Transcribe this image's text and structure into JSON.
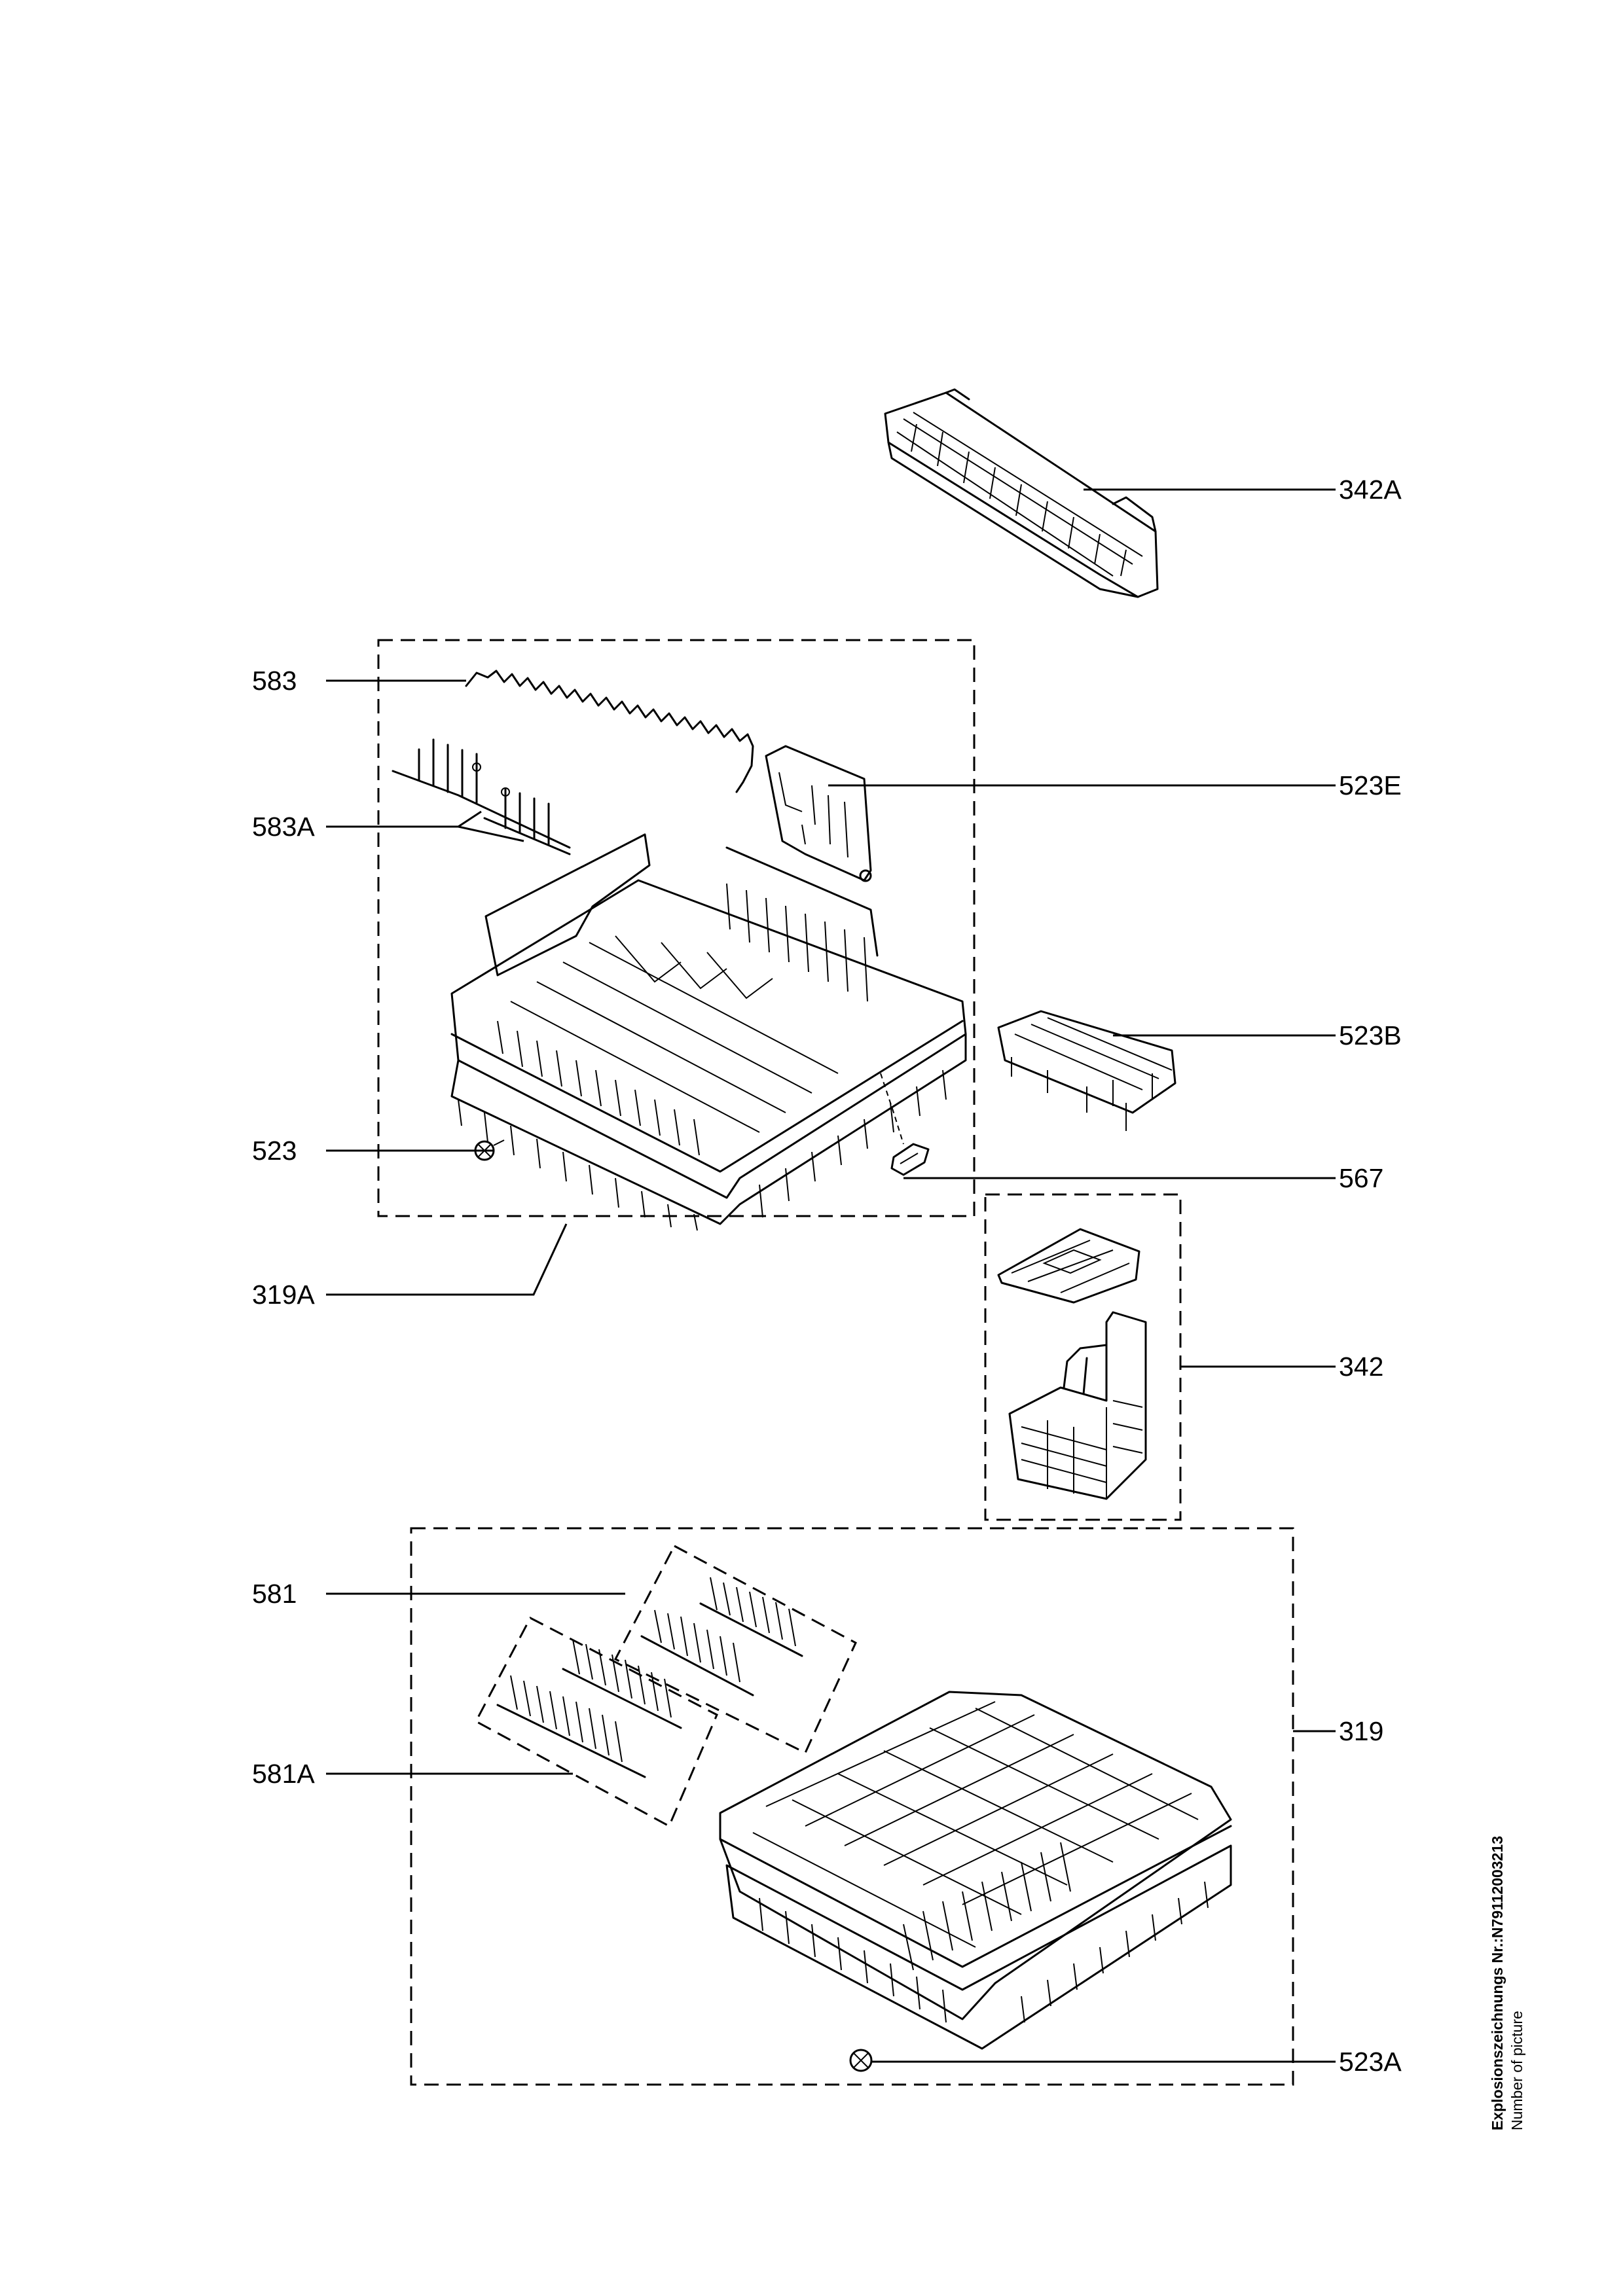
{
  "drawing": {
    "number_line": "Explosionszeichnungs Nr.:N7911200321​3",
    "caption_line": "Number of picture"
  },
  "labels": {
    "p342A": "342A",
    "p583": "583",
    "p583A": "583A",
    "p523E": "523E",
    "p523B": "523B",
    "p523": "523",
    "p567": "567",
    "p319A": "319A",
    "p342": "342",
    "p581": "581",
    "p319": "319",
    "p581A": "581A",
    "p523A": "523A"
  }
}
